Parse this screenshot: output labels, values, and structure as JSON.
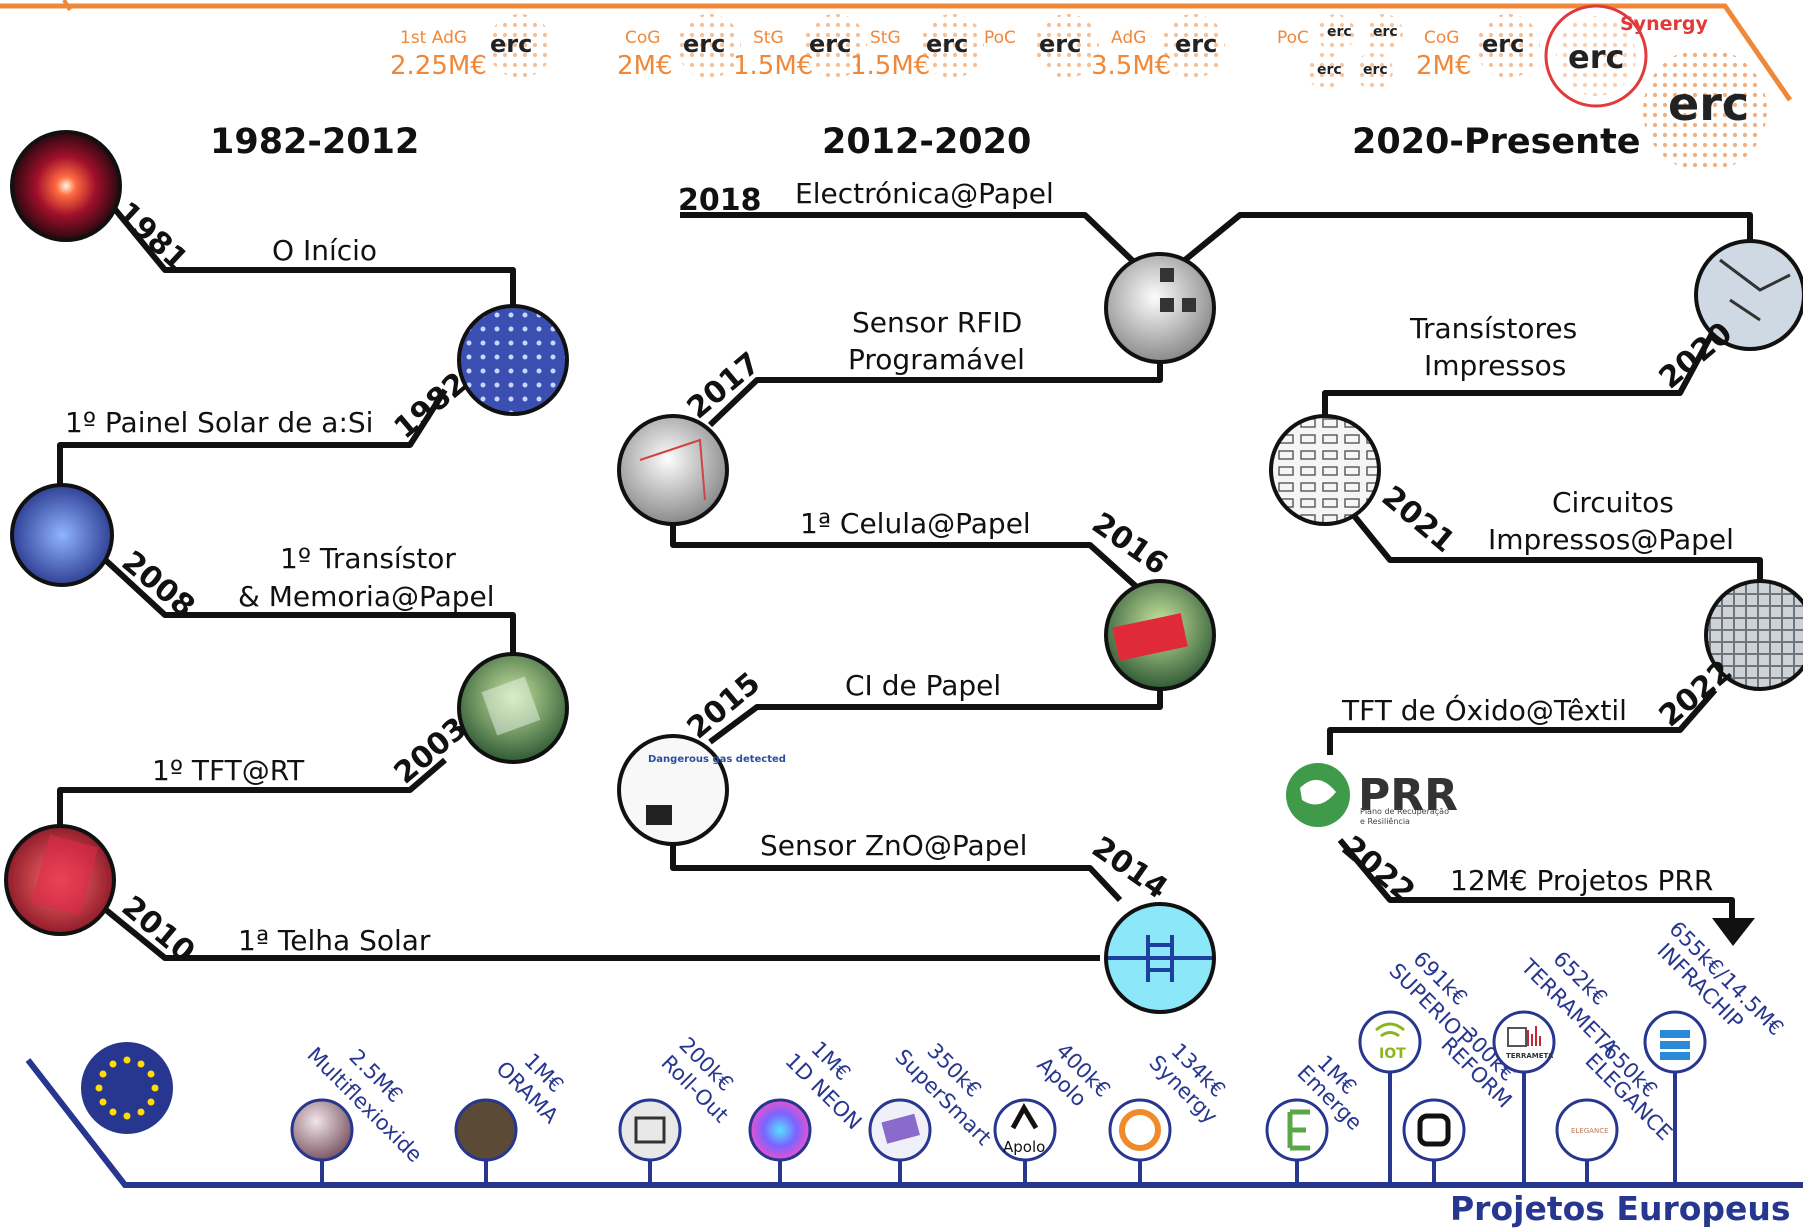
{
  "eras": [
    "1982-2012",
    "2012-2020",
    "2020-Presente"
  ],
  "timeline": {
    "col1": [
      {
        "year": "1981",
        "label": "O Início",
        "photo": "bright-red-star-photo"
      },
      {
        "year": "1982",
        "label": "1º Painel Solar de a:Si",
        "photo": "solar-panel-grid-photo"
      },
      {
        "year": "2008",
        "label_l1": "1º Transístor",
        "label_l2": "& Memoria@Papel",
        "photo": "paper-transistor-photo"
      },
      {
        "year": "2003",
        "label": "1º  TFT@RT",
        "photo": "glass-substrate-photo"
      },
      {
        "year": "2010",
        "label": "1ª  Telha Solar",
        "photo": "red-solar-tile-photo"
      }
    ],
    "col2": [
      {
        "year": "2018",
        "label": "Electrónica@Papel",
        "photo": "paper-electronics-photo"
      },
      {
        "year": "2017",
        "label_l1": "Sensor RFID",
        "label_l2": "Programável",
        "photo": "rfid-sensor-photo"
      },
      {
        "year": "2016",
        "label": "1ª Celula@Papel",
        "photo": "paper-cell-photo"
      },
      {
        "year": "2015",
        "label": "CI de Papel",
        "photo": "gas-detector-photo",
        "photo_text": "Dangerous gas detected"
      },
      {
        "year": "2014",
        "label": "Sensor ZnO@Papel",
        "photo": "zno-sensor-icon"
      }
    ],
    "col3": [
      {
        "year": "2020",
        "label_l1": "Transístores",
        "label_l2": "Impressos",
        "photo": "printed-circuit-board-photo"
      },
      {
        "year": "2021",
        "label_l1": "Circuitos",
        "label_l2": "Impressos@Papel",
        "photo": "printed-transistor-array-photo"
      },
      {
        "year": "2022",
        "label": "TFT de Óxido@Têxtil",
        "photo": "textile-tft-photo"
      },
      {
        "year": "2022",
        "label": "12M€ Projetos PRR"
      }
    ]
  },
  "prr": {
    "logo_text": "PRR",
    "subtitle_l1": "Plano de Recuperação",
    "subtitle_l2": "e Resiliência"
  },
  "erc": {
    "grants": [
      {
        "type": "1st AdG",
        "amount": "2.25M€"
      },
      {
        "type": "CoG",
        "amount": "2M€"
      },
      {
        "type": "StG",
        "amount": "1.5M€"
      },
      {
        "type": "StG",
        "amount": "1.5M€"
      },
      {
        "type": "PoC",
        "amount": ""
      },
      {
        "type": "AdG",
        "amount": "3.5M€"
      },
      {
        "type": "PoC",
        "amount": ""
      },
      {
        "type": "CoG",
        "amount": "2M€"
      }
    ],
    "logo_word": "erc",
    "synergy": "Synergy"
  },
  "eu_projects": {
    "title": "Projetos Europeus",
    "items": [
      {
        "amount": "2.5M€",
        "name": "Multiflexioxide"
      },
      {
        "amount": "1M€",
        "name": "ORAMA"
      },
      {
        "amount": "200k€",
        "name": "Roll-Out"
      },
      {
        "amount": "1M€",
        "name": "1D NEON"
      },
      {
        "amount": "350k€",
        "name": "SuperSmart"
      },
      {
        "amount": "400k€",
        "name": "Apolo",
        "logo_text": "Apolo"
      },
      {
        "amount": "134k€",
        "name": "Synergy"
      },
      {
        "amount": "1M€",
        "name": "Emerge"
      },
      {
        "amount": "691k€",
        "name": "SUPERIOT",
        "logo_text": "IOT"
      },
      {
        "amount": "300k€",
        "name": "REFORM"
      },
      {
        "amount": "652k€",
        "name": "TERRAMETA",
        "logo_text": "TERRAMETA"
      },
      {
        "amount": "650k€",
        "name": "ELEGANCE",
        "logo_text": "ELEGANCE"
      },
      {
        "amount": "655k€/14.5M€",
        "name": "INFRACHIP"
      }
    ]
  },
  "colors": {
    "accent": "#f0883a",
    "eu_blue": "#27368f",
    "line": "#111111",
    "synergy_red": "#e03a3a"
  }
}
